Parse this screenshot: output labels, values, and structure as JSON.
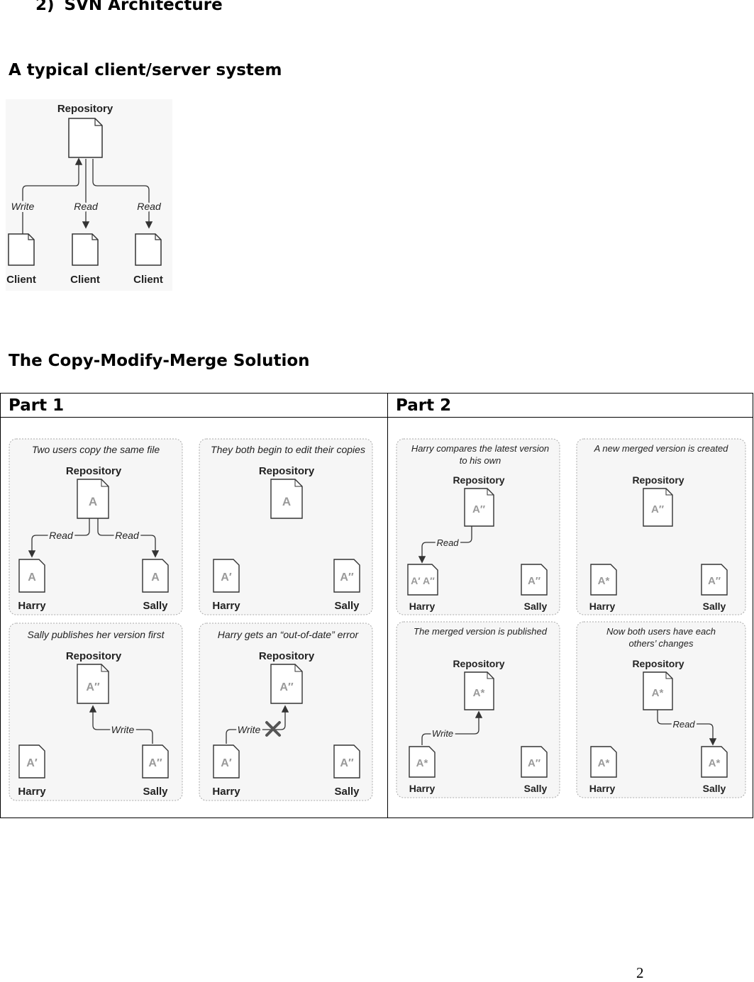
{
  "heading": {
    "number": "2)",
    "text": "SVN Architecture"
  },
  "section1": {
    "title": "A typical client/server system"
  },
  "client_server_diagram": {
    "repository_label": "Repository",
    "clients": [
      {
        "label": "Client",
        "arrow_label": "Write"
      },
      {
        "label": "Client",
        "arrow_label": "Read"
      },
      {
        "label": "Client",
        "arrow_label": "Read"
      }
    ]
  },
  "section2": {
    "title": "The Copy-Modify-Merge Solution"
  },
  "table": {
    "headers": [
      "Part 1",
      "Part 2"
    ],
    "part1_panels": [
      {
        "caption": "Two users copy the same file",
        "repo": "Repository",
        "repo_doc": "A",
        "harry": "Harry",
        "harry_doc": "A",
        "sally": "Sally",
        "sally_doc": "A",
        "left_label": "Read",
        "right_label": "Read"
      },
      {
        "caption": "They both begin to edit their copies",
        "repo": "Repository",
        "repo_doc": "A",
        "harry": "Harry",
        "harry_doc": "A′",
        "sally": "Sally",
        "sally_doc": "A″"
      },
      {
        "caption": "Sally publishes her version first",
        "repo": "Repository",
        "repo_doc": "A″",
        "harry": "Harry",
        "harry_doc": "A′",
        "sally": "Sally",
        "sally_doc": "A″",
        "arrow_label": "Write"
      },
      {
        "caption": "Harry gets an “out-of-date” error",
        "repo": "Repository",
        "repo_doc": "A″",
        "harry": "Harry",
        "harry_doc": "A′",
        "sally": "Sally",
        "sally_doc": "A″",
        "arrow_label": "Write"
      }
    ],
    "part2_panels": [
      {
        "caption_line1": "Harry compares the latest version",
        "caption_line2": "to his own",
        "repo": "Repository",
        "repo_doc": "A″",
        "harry": "Harry",
        "harry_doc": "A′ A″",
        "sally": "Sally",
        "sally_doc": "A″",
        "arrow_label": "Read"
      },
      {
        "caption": "A new merged version is created",
        "repo": "Repository",
        "repo_doc": "A″",
        "harry": "Harry",
        "harry_doc": "A*",
        "sally": "Sally",
        "sally_doc": "A″"
      },
      {
        "caption": "The merged version is published",
        "repo": "Repository",
        "repo_doc": "A*",
        "harry": "Harry",
        "harry_doc": "A*",
        "sally": "Sally",
        "sally_doc": "A″",
        "arrow_label": "Write"
      },
      {
        "caption_line1": "Now both users have each",
        "caption_line2": "others’ changes",
        "repo": "Repository",
        "repo_doc": "A*",
        "harry": "Harry",
        "harry_doc": "A*",
        "sally": "Sally",
        "sally_doc": "A*",
        "arrow_label": "Read"
      }
    ]
  },
  "page_number": "2"
}
